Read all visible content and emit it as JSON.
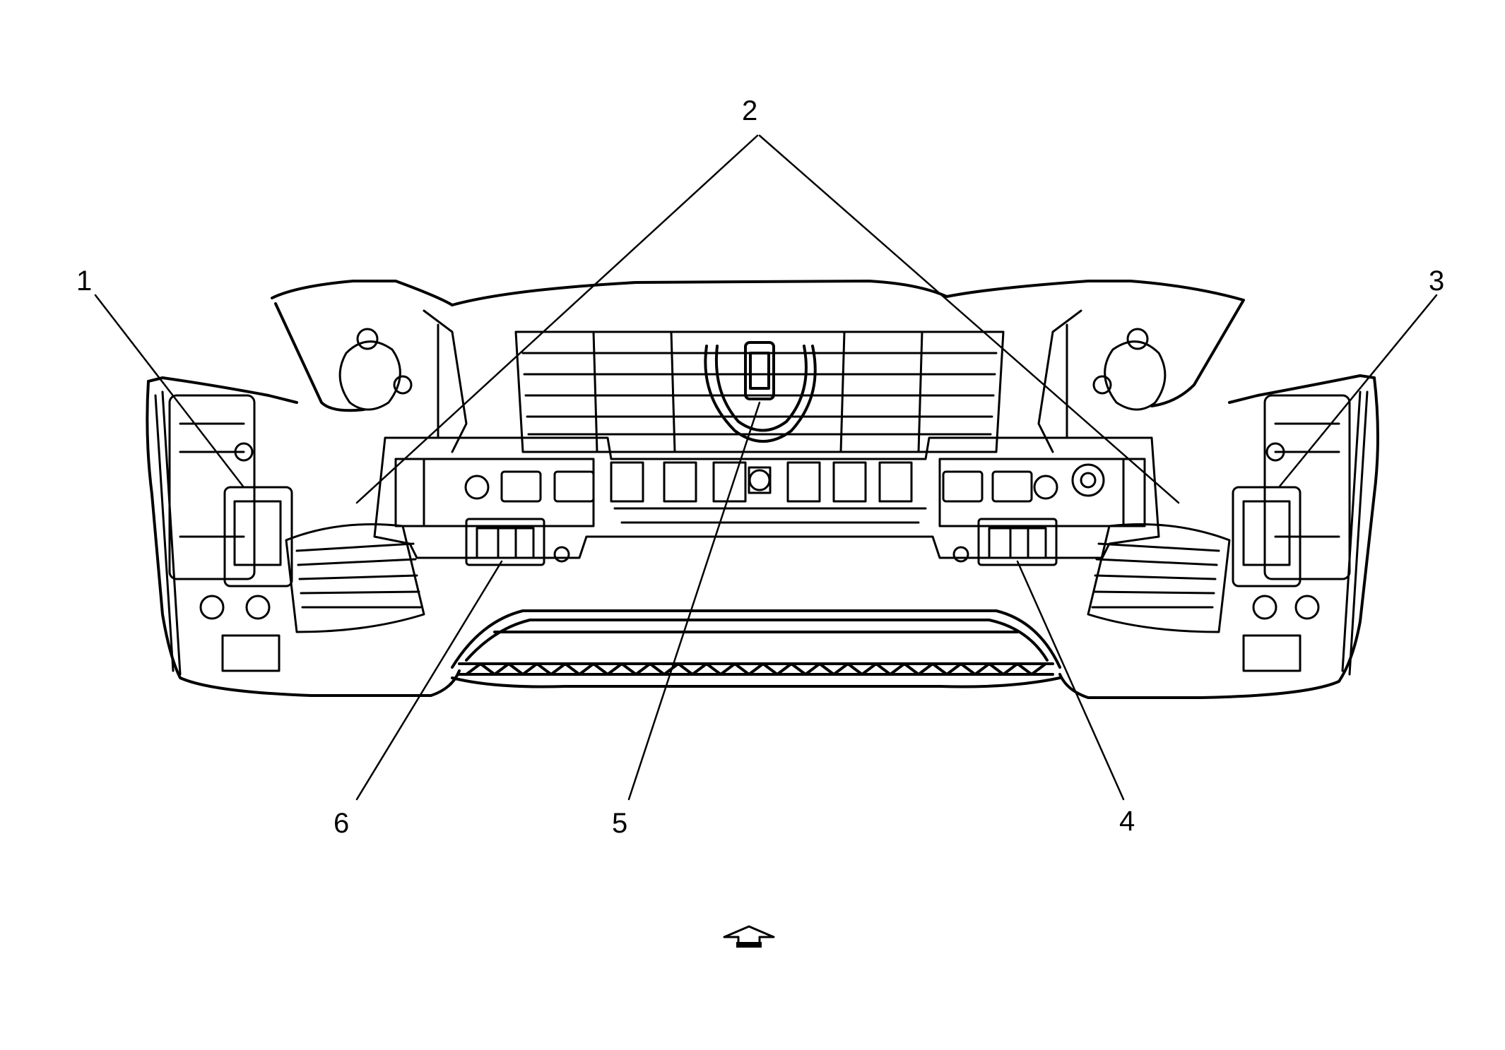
{
  "diagram": {
    "callouts": [
      {
        "id": "1",
        "label": "1"
      },
      {
        "id": "2",
        "label": "2"
      },
      {
        "id": "3",
        "label": "3"
      },
      {
        "id": "4",
        "label": "4"
      },
      {
        "id": "5",
        "label": "5"
      },
      {
        "id": "6",
        "label": "6"
      }
    ],
    "orientation_icon": "forward-arrow-icon",
    "colors": {
      "line": "#000000",
      "background": "#ffffff"
    }
  }
}
